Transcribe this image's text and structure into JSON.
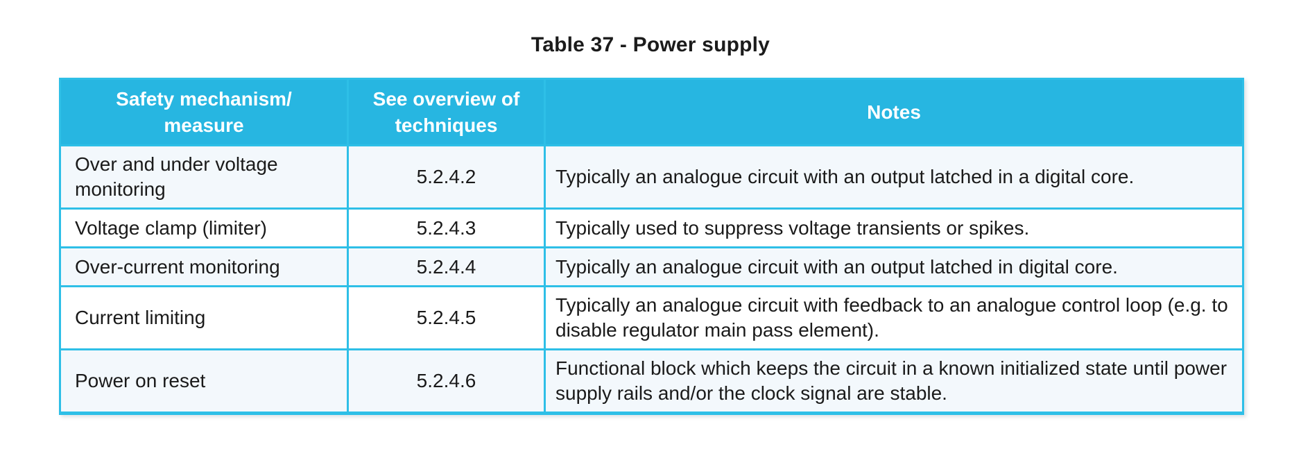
{
  "page": {
    "title": "Table 37 - Power supply"
  },
  "colors": {
    "header_bg": "#27b6e1",
    "header_text": "#ffffff",
    "border": "#2ebfe7",
    "row_bg": "#ffffff",
    "row_alt_bg": "#f3f8fc",
    "body_text": "#1a1a1a",
    "title_text": "#1b1b1b"
  },
  "table": {
    "columns": [
      {
        "label": "Safety mechanism/\nmeasure"
      },
      {
        "label": "See overview of\ntechniques"
      },
      {
        "label": "Notes"
      }
    ],
    "rows": [
      {
        "mechanism": "Over and under voltage monitoring",
        "ref": "5.2.4.2",
        "notes": "Typically an analogue circuit with an output latched in a digital core."
      },
      {
        "mechanism": "Voltage clamp (limiter)",
        "ref": "5.2.4.3",
        "notes": "Typically used to suppress voltage transients or spikes."
      },
      {
        "mechanism": "Over-current monitoring",
        "ref": "5.2.4.4",
        "notes": "Typically an analogue circuit with an output latched in digital core."
      },
      {
        "mechanism": "Current limiting",
        "ref": "5.2.4.5",
        "notes": "Typically an analogue circuit with feedback to an analogue control loop (e.g. to disable regulator main pass element)."
      },
      {
        "mechanism": "Power on reset",
        "ref": "5.2.4.6",
        "notes": "Functional block which keeps the circuit in a known initialized state until power supply rails and/or the clock signal are stable."
      }
    ]
  }
}
